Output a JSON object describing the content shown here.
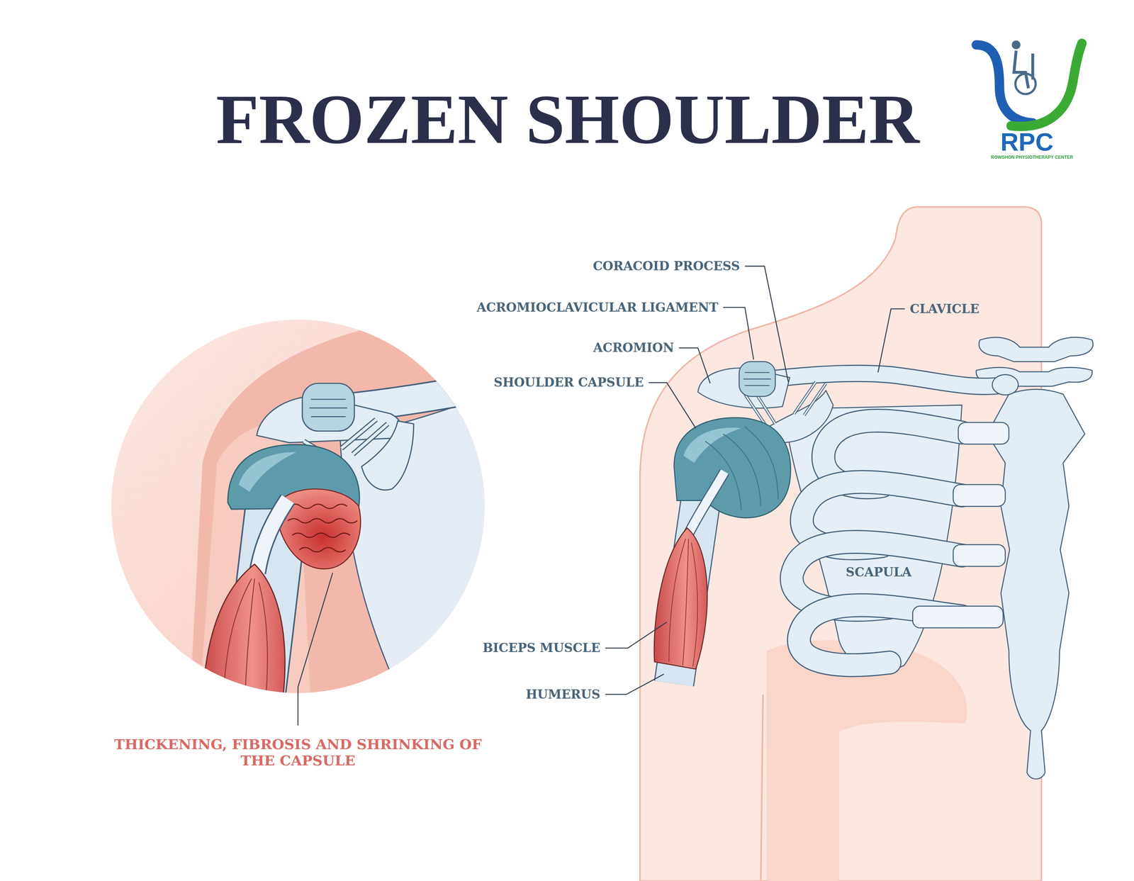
{
  "diagram": {
    "title": "FROZEN SHOULDER",
    "labels": [
      "RPC",
      "ROWSHON PHYSIOTHERAPY CENTER",
      "CORACOID PROCESS",
      "ACROMIOCLAVICULAR LIGAMENT",
      "ACROMION",
      "SHOULDER CAPSULE",
      "CLAVICLE",
      "SCAPULA",
      "BICEPS MUSCLE",
      "HUMERUS",
      "THICKENING, FIBROSIS AND SHRINKING OF THE CAPSULE"
    ]
  }
}
